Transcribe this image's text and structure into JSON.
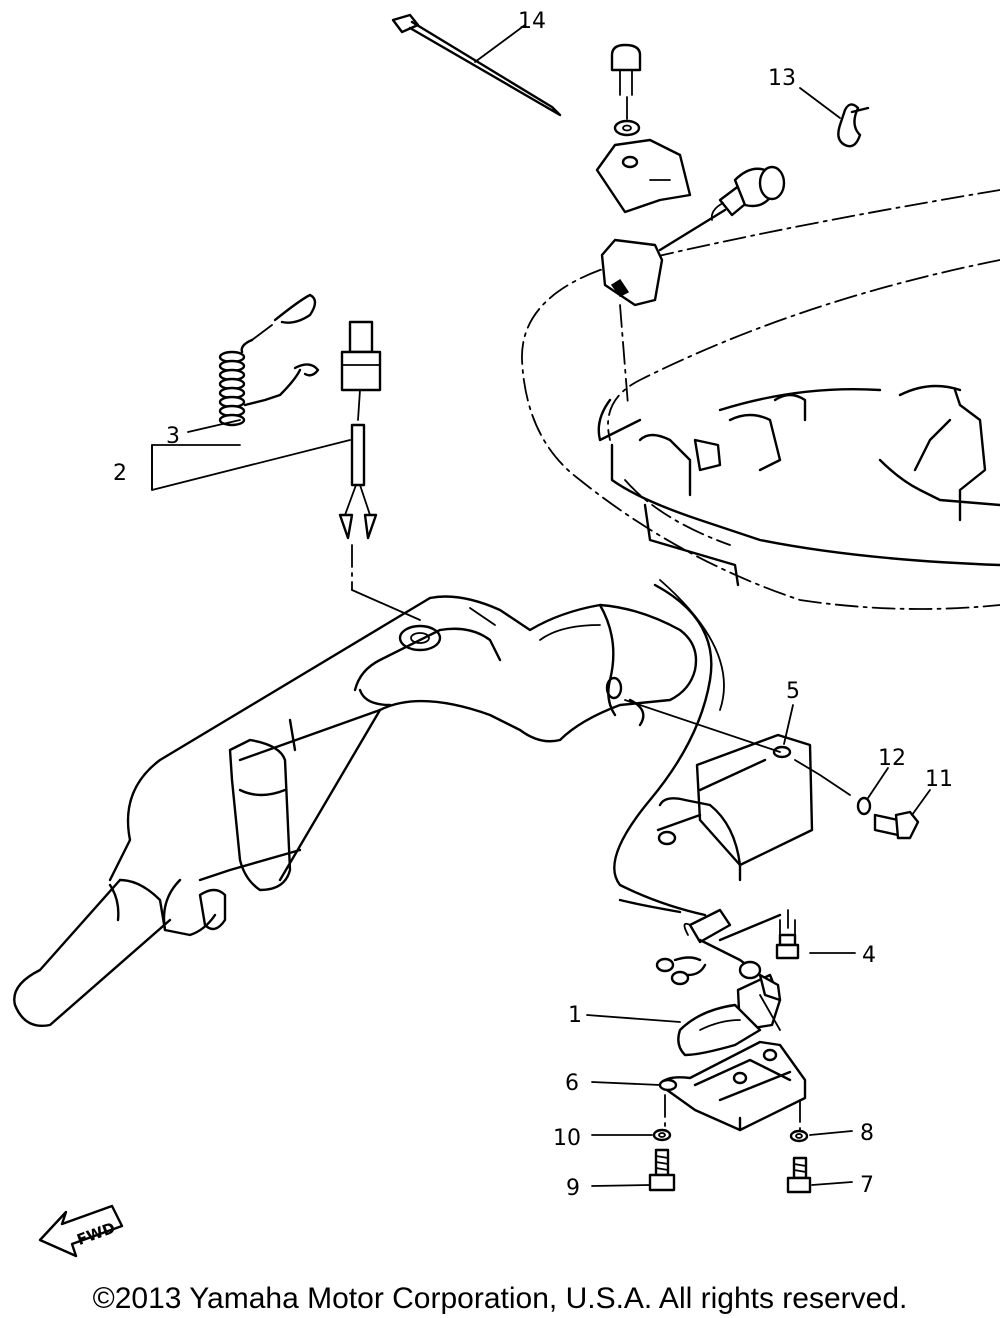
{
  "callouts": {
    "c1": "1",
    "c2": "2",
    "c3": "3",
    "c4": "4",
    "c5": "5",
    "c6": "6",
    "c7": "7",
    "c8": "8",
    "c9": "9",
    "c10": "10",
    "c11": "11",
    "c12": "12",
    "c13": "13",
    "c14": "14"
  },
  "direction_label": "FWD",
  "copyright": "©2013 Yamaha Motor Corporation, U.S.A. All rights reserved.",
  "colors": {
    "ink": "#000000",
    "background": "#ffffff"
  }
}
